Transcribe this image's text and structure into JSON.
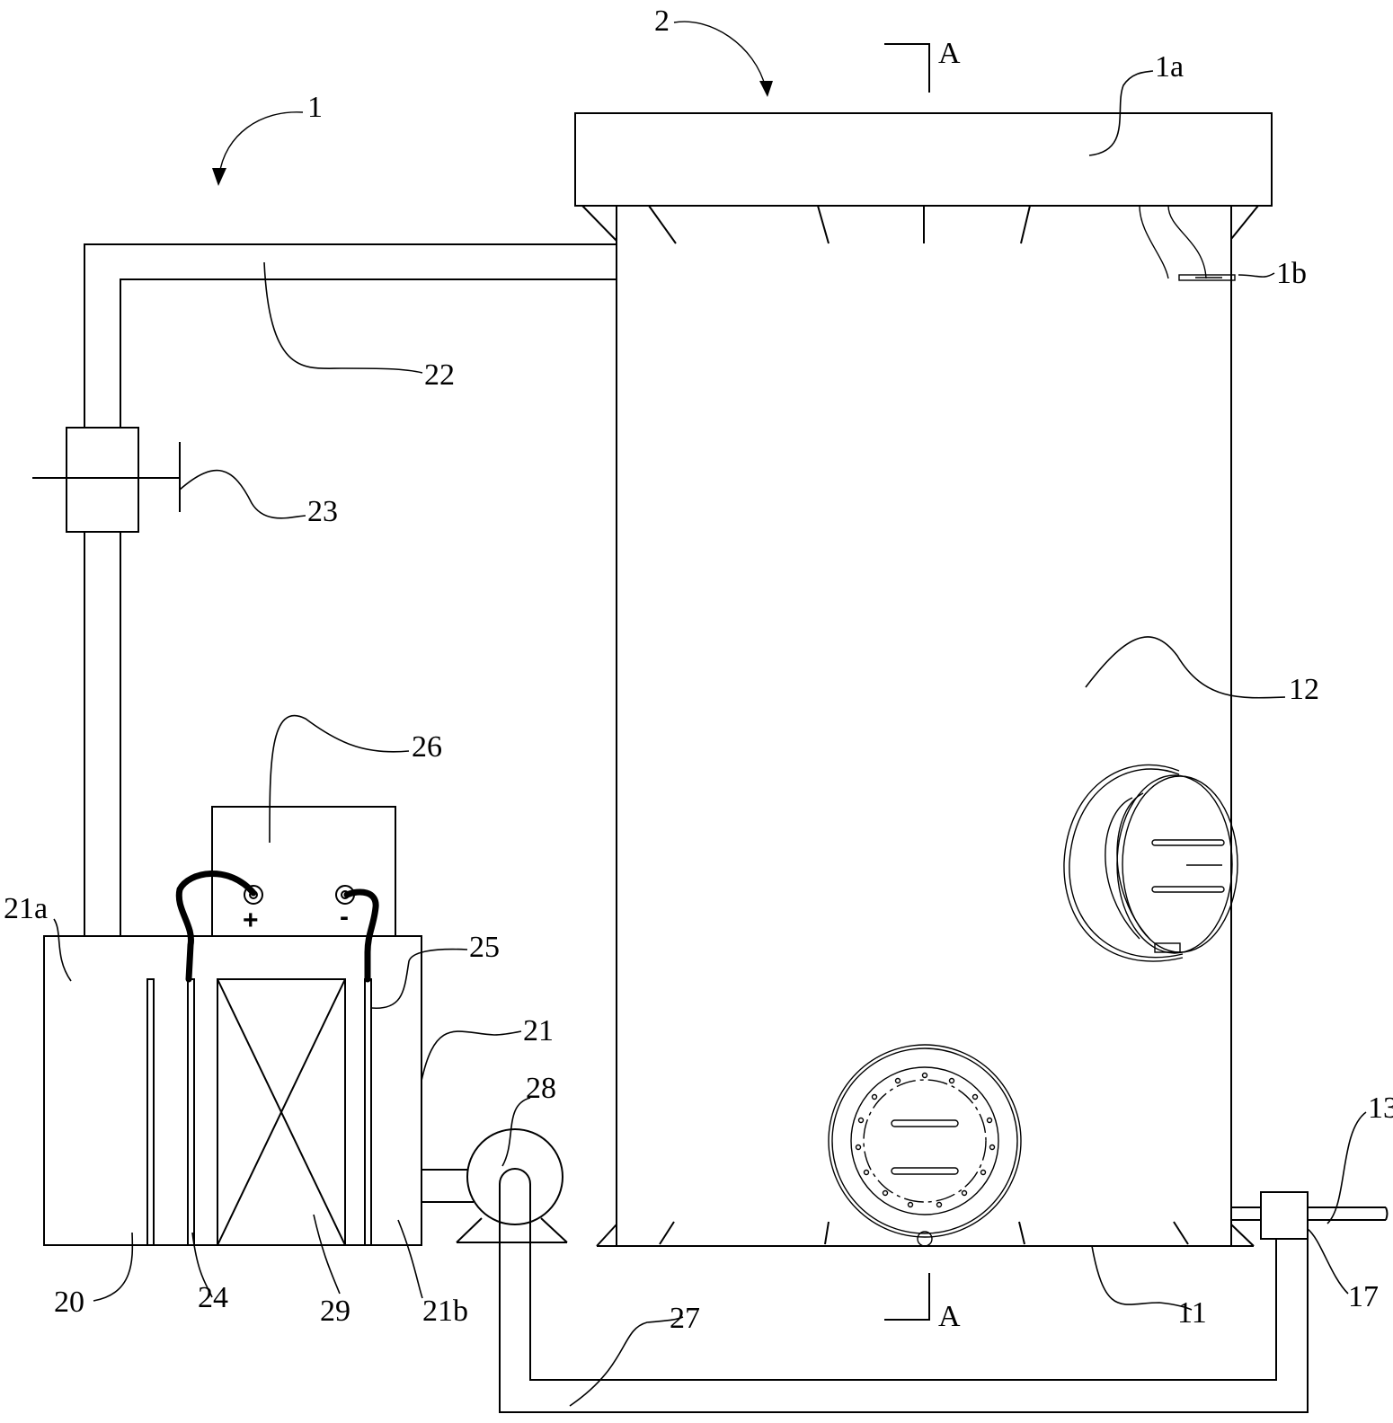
{
  "labels": {
    "l1": "1",
    "l2": "2",
    "l1a": "1a",
    "l1b": "1b",
    "l11": "11",
    "l12": "12",
    "l13": "13",
    "l17": "17",
    "l20": "20",
    "l21": "21",
    "l21a": "21a",
    "l21b": "21b",
    "l22": "22",
    "l23": "23",
    "l24": "24",
    "l25": "25",
    "l26": "26",
    "l27": "27",
    "l28": "28",
    "l29": "29",
    "sectionTop": "A",
    "sectionBottom": "A",
    "plus": "+",
    "minus": "-"
  }
}
